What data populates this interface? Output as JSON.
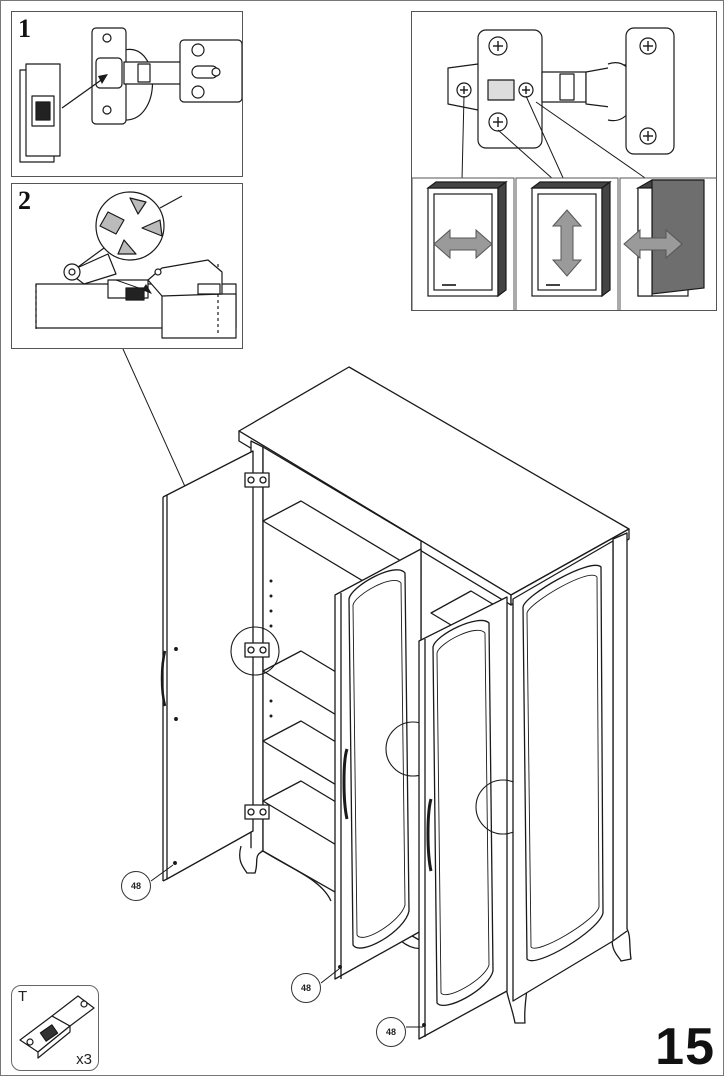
{
  "steps": {
    "step1_label": "1",
    "step2_label": "2"
  },
  "callouts": [
    "48",
    "48",
    "48"
  ],
  "tool": {
    "letter": "T",
    "quantity": "x3",
    "icon": "hinge-icon"
  },
  "page_number": "15",
  "adjustments": [
    {
      "icon": "horizontal-arrow-icon"
    },
    {
      "icon": "vertical-arrow-icon"
    },
    {
      "icon": "depth-arrow-icon"
    }
  ],
  "colors": {
    "line": "#1a1a1a",
    "arrow_fill": "#9a9a9a",
    "dark_panel": "#6e6e6e"
  }
}
